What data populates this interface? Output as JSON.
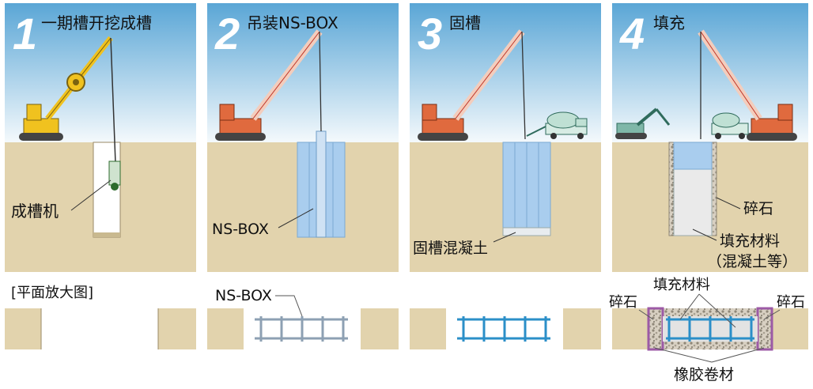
{
  "steps": [
    {
      "number": "1",
      "title": "一期槽开挖成槽",
      "labels": [
        "成槽机"
      ]
    },
    {
      "number": "2",
      "title": "吊装NS-BOX",
      "labels": [
        "NS-BOX"
      ]
    },
    {
      "number": "3",
      "title": "固槽",
      "labels": [
        "固槽混凝土"
      ]
    },
    {
      "number": "4",
      "title": "填充",
      "labels": [
        "碎石",
        "填充材料",
        "（混凝土等）"
      ]
    }
  ],
  "plan": {
    "heading": "[平面放大图]",
    "labels": {
      "ns_box": "NS-BOX",
      "gravel_left": "碎石",
      "fill_material": "填充材料",
      "gravel_right": "碎石",
      "rubber": "橡胶卷材"
    }
  },
  "colors": {
    "sky_top": "#5aa6d6",
    "sky_bottom": "#f4f9fc",
    "ground": "#e2d3ad",
    "box_blue": "#a9cdee",
    "steel_blue": "#2b8fc8",
    "crane_orange": "#e06a3e",
    "crane_yellow": "#f0c21f",
    "gravel": "#cfc6b8",
    "rubber_purple": "#9c5aa6"
  }
}
